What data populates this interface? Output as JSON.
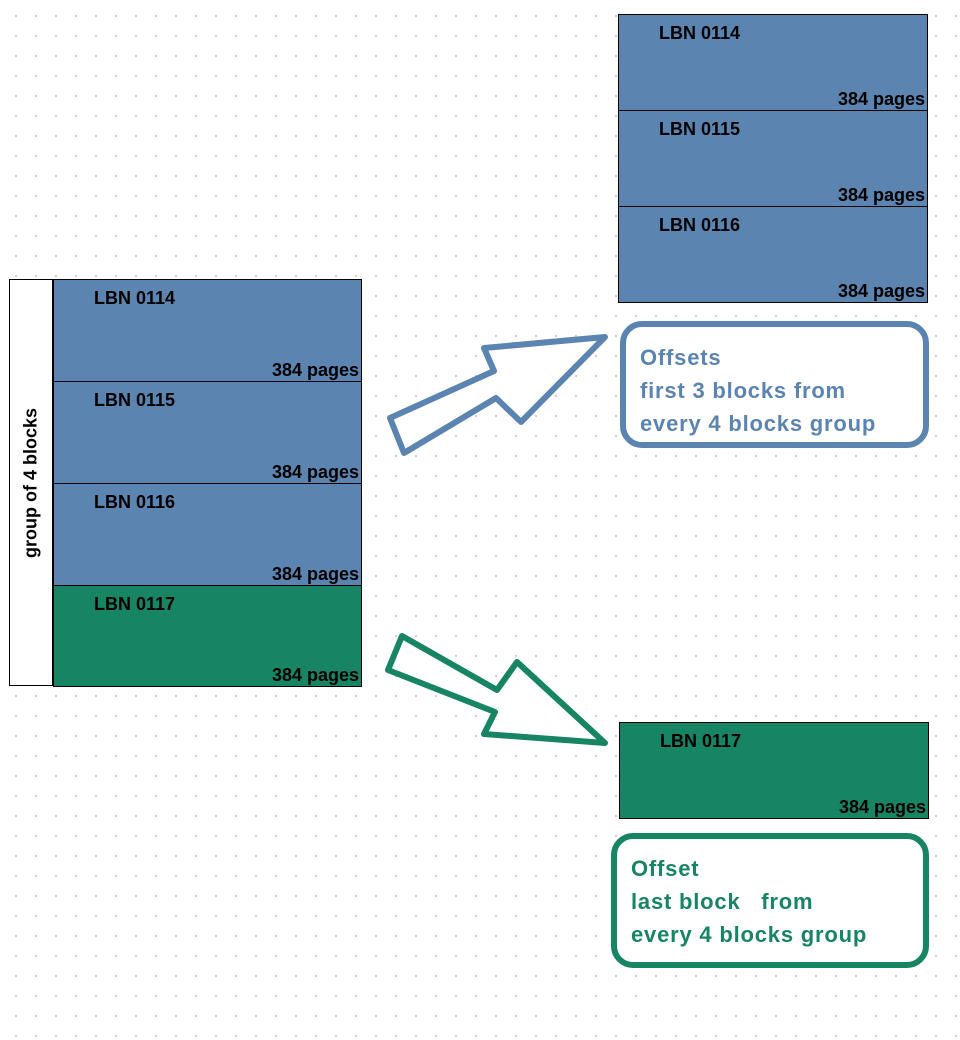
{
  "group_label": "group of 4 blocks",
  "group_blocks": [
    {
      "lbn": "LBN 0114",
      "pages": "384 pages",
      "color": "#5b84b1"
    },
    {
      "lbn": "LBN 0115",
      "pages": "384 pages",
      "color": "#5b84b1"
    },
    {
      "lbn": "LBN 0116",
      "pages": "384 pages",
      "color": "#5b84b1"
    },
    {
      "lbn": "LBN 0117",
      "pages": "384 pages",
      "color": "#178464"
    }
  ],
  "offsets_blocks": [
    {
      "lbn": "LBN 0114",
      "pages": "384 pages"
    },
    {
      "lbn": "LBN 0115",
      "pages": "384 pages"
    },
    {
      "lbn": "LBN 0116",
      "pages": "384 pages"
    }
  ],
  "offset_block": {
    "lbn": "LBN 0117",
    "pages": "384 pages"
  },
  "note_offsets": {
    "line1": "Offsets",
    "line2": "first 3 blocks from",
    "line3": "every 4 blocks group",
    "color": "#5b84b1"
  },
  "note_offset": {
    "line1": "Offset",
    "line2": "last block   from",
    "line3": "every 4 blocks group",
    "color": "#178464"
  },
  "arrow_icons": [
    "arrow-blue-icon",
    "arrow-green-icon"
  ]
}
